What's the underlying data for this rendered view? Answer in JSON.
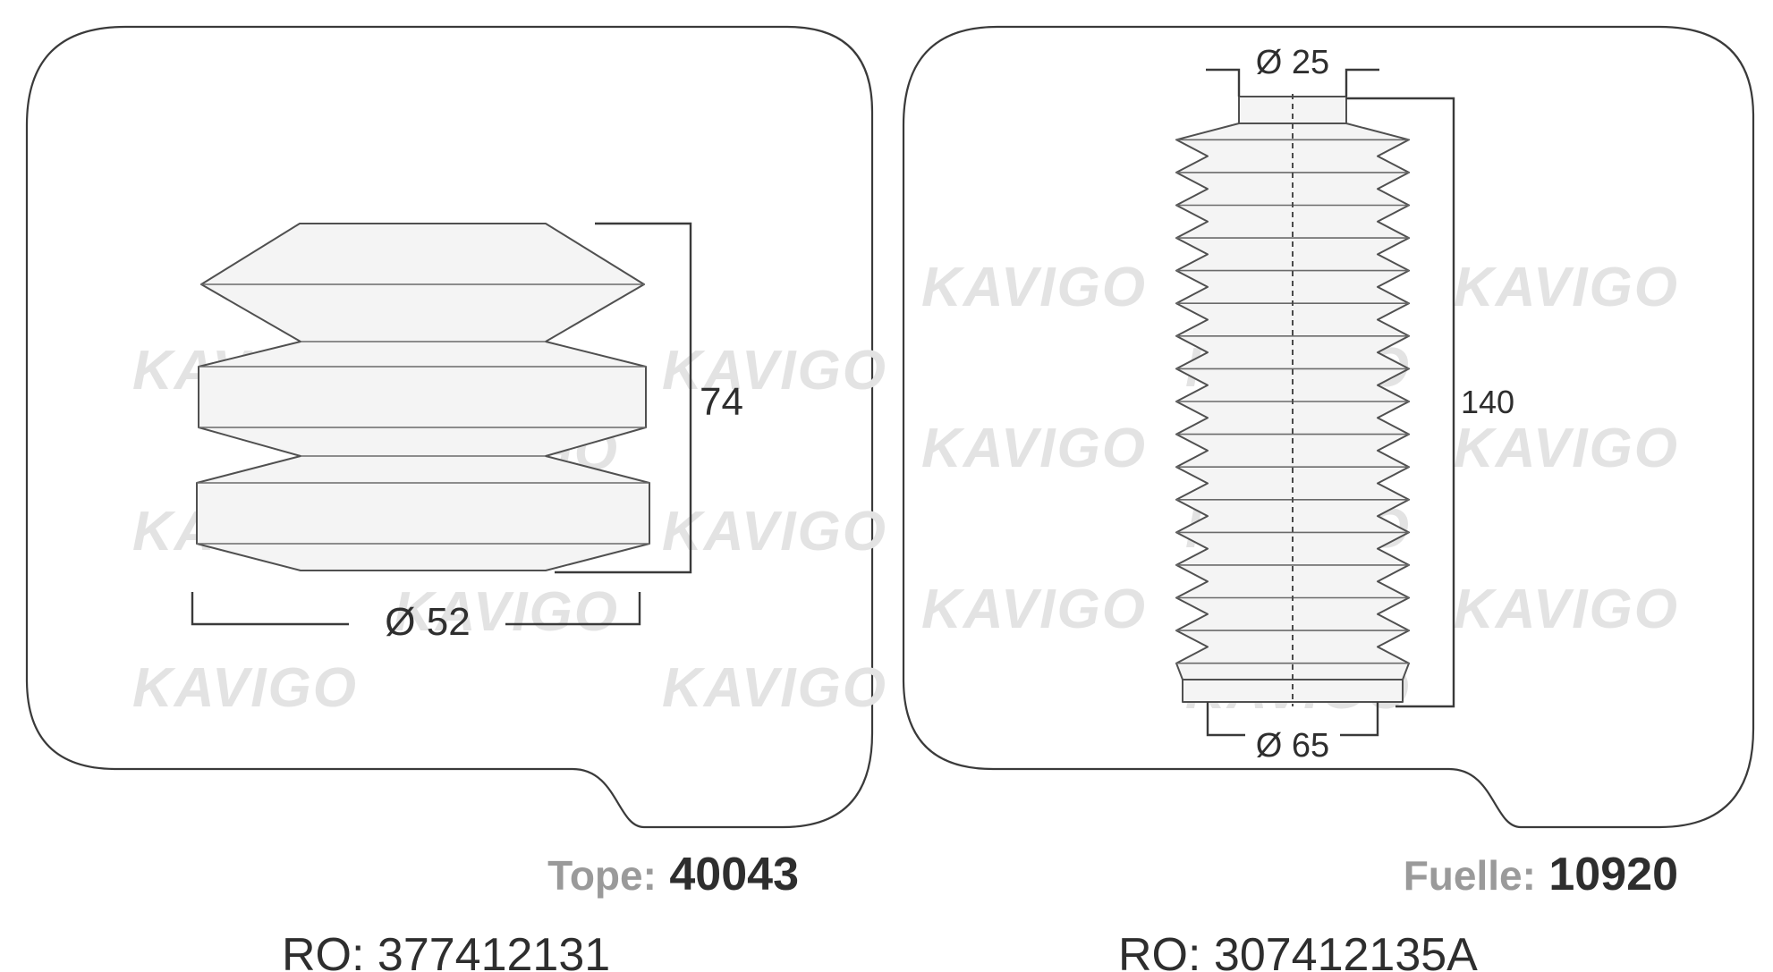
{
  "watermark": {
    "text": "KAVIGO"
  },
  "left_part": {
    "type_label": "Tope:",
    "part_number": "40043",
    "ro_text": "RO: 377412131",
    "height_dimension": "74",
    "diameter_dimension": "Ø 52"
  },
  "right_part": {
    "type_label": "Fuelle:",
    "part_number": "10920",
    "ro_text": "RO: 307412135A",
    "top_diameter": "Ø 25",
    "bottom_diameter": "Ø 65",
    "length_dimension": "140"
  }
}
